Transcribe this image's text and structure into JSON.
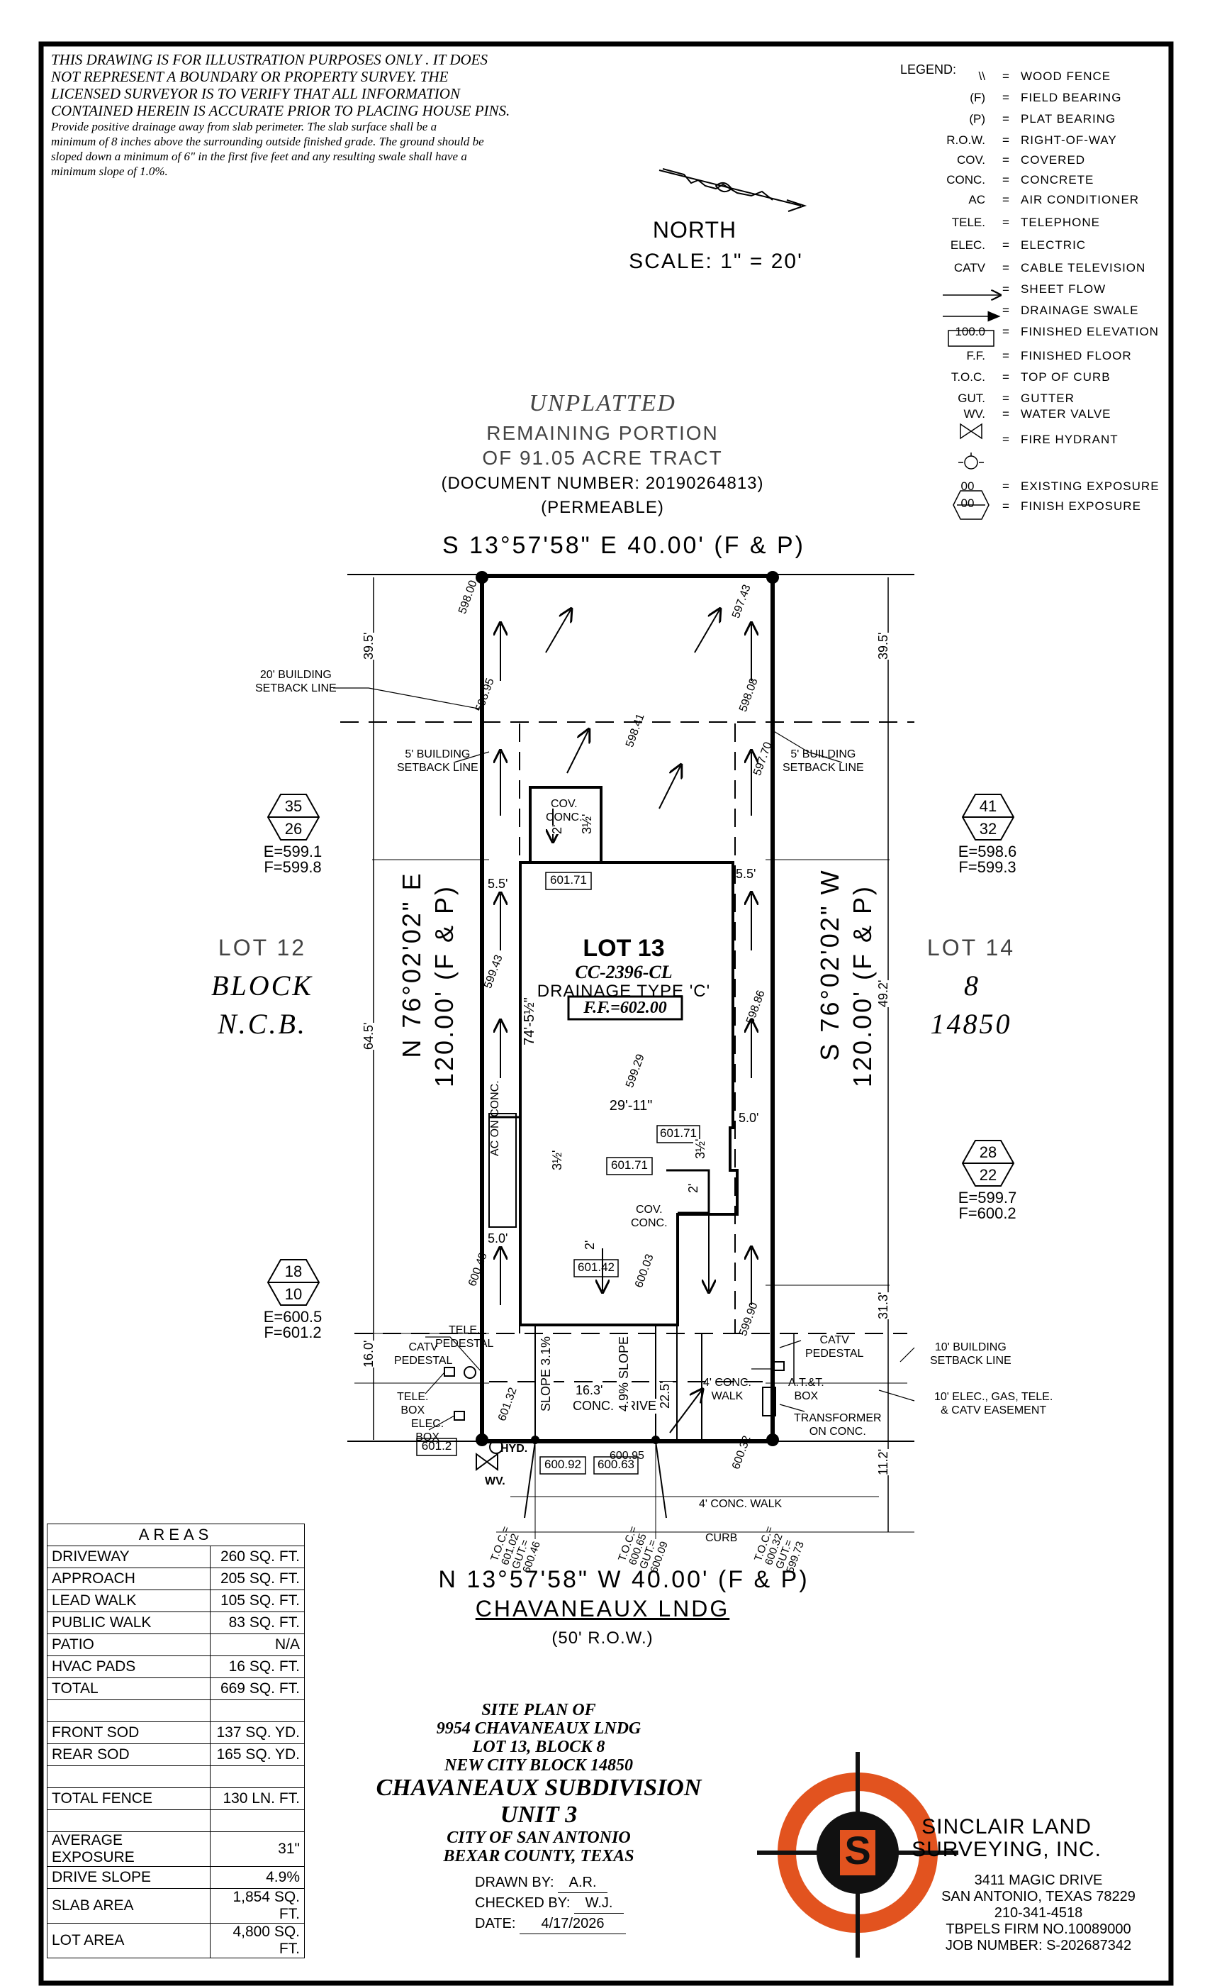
{
  "disclaimer": {
    "caps_lines": [
      "THIS DRAWING IS FOR ILLUSTRATION PURPOSES ONLY . IT DOES",
      "NOT REPRESENT A BOUNDARY OR PROPERTY SURVEY. THE",
      "LICENSED SURVEYOR IS TO VERIFY THAT ALL INFORMATION",
      "CONTAINED HEREIN IS ACCURATE PRIOR TO PLACING HOUSE PINS."
    ],
    "note_lines": [
      "Provide positive drainage away from slab perimeter. The slab surface shall be a",
      "minimum of 8 inches above the surrounding outside finished grade. The ground should be",
      "sloped down a minimum of 6\" in the first five feet and any resulting swale shall have a",
      "minimum slope of 1.0%."
    ]
  },
  "legend": {
    "title": "LEGEND:",
    "items": [
      {
        "sym": "\\\\",
        "desc": "WOOD FENCE"
      },
      {
        "sym": "(F)",
        "desc": "FIELD BEARING"
      },
      {
        "sym": "(P)",
        "desc": "PLAT BEARING"
      },
      {
        "sym": "R.O.W.",
        "desc": "RIGHT-OF-WAY"
      },
      {
        "sym": "COV.",
        "desc": "COVERED"
      },
      {
        "sym": "CONC.",
        "desc": "CONCRETE"
      },
      {
        "sym": "AC",
        "desc": "AIR CONDITIONER"
      },
      {
        "sym": "TELE.",
        "desc": "TELEPHONE"
      },
      {
        "sym": "ELEC.",
        "desc": "ELECTRIC"
      },
      {
        "sym": "CATV",
        "desc": "CABLE TELEVISION"
      },
      {
        "sym": "",
        "desc": "SHEET FLOW"
      },
      {
        "sym": "",
        "desc": "DRAINAGE SWALE"
      },
      {
        "sym": "100.0",
        "desc": "FINISHED ELEVATION"
      },
      {
        "sym": "F.F.",
        "desc": "FINISHED FLOOR"
      },
      {
        "sym": "T.O.C.",
        "desc": "TOP OF CURB"
      },
      {
        "sym": "GUT.",
        "desc": "GUTTER"
      },
      {
        "sym": "WV.",
        "desc": "WATER VALVE"
      },
      {
        "sym": "",
        "desc": "FIRE HYDRANT"
      },
      {
        "sym": "00",
        "desc": "EXISTING EXPOSURE"
      },
      {
        "sym": "00",
        "desc": "FINISH EXPOSURE"
      }
    ],
    "eq": "="
  },
  "north": {
    "label": "NORTH",
    "scale": "SCALE: 1\" = 20'"
  },
  "unplatted": {
    "title": "UNPLATTED",
    "line1": "REMAINING PORTION",
    "line2": "OF 91.05 ACRE TRACT",
    "doc": "(DOCUMENT NUMBER: 20190264813)",
    "perm": "(PERMEABLE)"
  },
  "bearings": {
    "top": "S 13°57'58\" E 40.00' (F & P)",
    "bottom": "N 13°57'58\" W 40.00' (F & P)",
    "left_1": "N 76°02'02\" E",
    "left_2": "120.00' (F & P)",
    "right_1": "S 76°02'02\" W",
    "right_2": "120.00' (F & P)"
  },
  "street": {
    "name": "CHAVANEAUX LNDG",
    "row": "(50' R.O.W.)"
  },
  "lots": {
    "left_lot": "LOT 12",
    "left_block": "BLOCK",
    "left_ncb": "N.C.B.",
    "right_lot": "LOT 14",
    "right_block": "8",
    "right_ncb": "14850"
  },
  "house": {
    "lot": "LOT 13",
    "plan": "CC-2396-CL",
    "drainage": "DRAINAGE TYPE 'C'",
    "ff": "F.F.=602.00",
    "width": "29'-11\"",
    "depth": "74'-5½\""
  },
  "exposures": [
    {
      "top": "35",
      "bottom": "26",
      "e": "E=599.1",
      "f": "F=599.8"
    },
    {
      "top": "41",
      "bottom": "32",
      "e": "E=598.6",
      "f": "F=599.3"
    },
    {
      "top": "28",
      "bottom": "22",
      "e": "E=599.7",
      "f": "F=600.2"
    },
    {
      "top": "18",
      "bottom": "10",
      "e": "E=600.5",
      "f": "F=601.2"
    }
  ],
  "elevations": {
    "boxes": [
      "601.71",
      "601.71",
      "601.71",
      "601.42",
      "601.2",
      "600.92",
      "600.63"
    ],
    "spots": [
      "598.00",
      "597.70",
      "597.43",
      "598.95",
      "598.08",
      "598.41",
      "599.43",
      "599.29",
      "598.86",
      "600.48",
      "600.03",
      "599.90",
      "601.32",
      "600.95",
      "600.32"
    ],
    "toc": [
      "T.O.C.= 601.02 GUT.= 600.46",
      "T.O.C.= 600.65 GUT.= 600.09",
      "T.O.C.= 600.32 GUT.= 599.73"
    ]
  },
  "dims": {
    "setback_front_top": "39.5'",
    "setback_right_top": "39.5'",
    "left_64": "64.5'",
    "right_49": "49.2'",
    "right_31": "31.3'",
    "left_16": "16.0'",
    "right_11": "11.2'",
    "side_55a": "5.5'",
    "side_55b": "5.5'",
    "side_50a": "5.0'",
    "side_50b": "5.0'",
    "walk": "22.5'",
    "drive": "16.3'",
    "drive2": "CONC. DRIVE",
    "slope_a": "SLOPE 3.1%",
    "slope_b": "4.9% SLOPE",
    "d2a": "2'",
    "d2b": "2'",
    "d2c": "2'",
    "d312a": "3½'",
    "d312b": "3½'",
    "d312c": "3½'"
  },
  "labels": {
    "bldg_setback_20": [
      "20' BUILDING",
      "SETBACK LINE"
    ],
    "bldg_setback_5_left": [
      "5' BUILDING",
      "SETBACK LINE"
    ],
    "bldg_setback_5_right": [
      "5' BUILDING",
      "SETBACK LINE"
    ],
    "bldg_setback_10": [
      "10' BUILDING",
      "SETBACK LINE"
    ],
    "easement": [
      "10' ELEC., GAS, TELE.",
      "& CATV EASEMENT"
    ],
    "cov_conc_top": [
      "COV.",
      "CONC."
    ],
    "cov_conc_bot": [
      "COV.",
      "CONC."
    ],
    "ac_on_conc": "AC ON CONC.",
    "catv_left": [
      "CATV",
      "PEDESTAL"
    ],
    "tele_ped": [
      "TELE.",
      "PEDESTAL"
    ],
    "tele_box": [
      "TELE.",
      "BOX"
    ],
    "elec_box": [
      "ELEC.",
      "BOX"
    ],
    "catv_right": [
      "CATV",
      "PEDESTAL"
    ],
    "att_box": [
      "A.T.&T.",
      "BOX"
    ],
    "transformer": [
      "TRANSFORMER",
      "ON CONC."
    ],
    "conc_walk": [
      "4' CONC.",
      "WALK"
    ],
    "conc_walk_public": "4' CONC. WALK",
    "curb": "CURB",
    "hyd": "HYD.",
    "wv": "WV."
  },
  "areas": {
    "title": "AREAS",
    "rows": [
      [
        "DRIVEWAY",
        "260 SQ. FT."
      ],
      [
        "APPROACH",
        "205 SQ. FT."
      ],
      [
        "LEAD WALK",
        "105 SQ. FT."
      ],
      [
        "PUBLIC WALK",
        "83 SQ. FT."
      ],
      [
        "PATIO",
        "N/A"
      ],
      [
        "HVAC PADS",
        "16 SQ. FT."
      ],
      [
        "TOTAL",
        "669 SQ. FT."
      ],
      [
        "",
        ""
      ],
      [
        "FRONT SOD",
        "137 SQ. YD."
      ],
      [
        "REAR SOD",
        "165 SQ. YD."
      ],
      [
        "",
        ""
      ],
      [
        "TOTAL FENCE",
        "130 LN. FT."
      ],
      [
        "",
        ""
      ],
      [
        "AVERAGE EXPOSURE",
        "31\""
      ],
      [
        "DRIVE SLOPE",
        "4.9%"
      ],
      [
        "SLAB AREA",
        "1,854 SQ. FT."
      ],
      [
        "LOT AREA",
        "4,800 SQ. FT."
      ]
    ]
  },
  "title_block": {
    "l1": "SITE PLAN OF",
    "l2": "9954 CHAVANEAUX LNDG",
    "l3": "LOT 13, BLOCK 8",
    "l4": "NEW CITY BLOCK 14850",
    "l5": "CHAVANEAUX SUBDIVISION",
    "l6": "UNIT 3",
    "l7": "CITY OF SAN ANTONIO",
    "l8": "BEXAR COUNTY, TEXAS",
    "drawn_label": "DRAWN BY:",
    "drawn": "A.R.",
    "checked_label": "CHECKED BY:",
    "checked": "W.J.",
    "date_label": "DATE:",
    "date": "4/17/2026"
  },
  "company": {
    "name1": "SINCLAIR LAND",
    "name2": "SURVEYING, INC.",
    "addr1": "3411 MAGIC DRIVE",
    "addr2": "SAN ANTONIO, TEXAS 78229",
    "phone": "210-341-4518",
    "firm": "TBPELS FIRM NO.10089000",
    "job": "JOB NUMBER: S-202687342",
    "logo_letter": "S"
  },
  "colors": {
    "logo_orange": "#e2531f",
    "logo_dark": "#111111"
  }
}
